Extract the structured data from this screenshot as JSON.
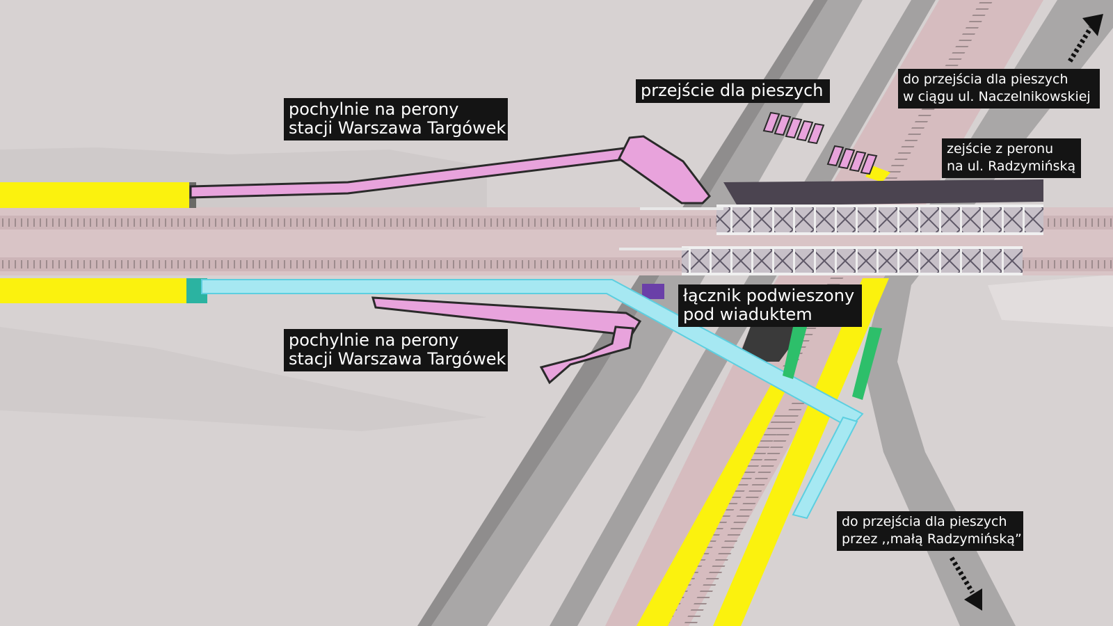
{
  "colors": {
    "ground": "#d7d2d2",
    "road": "#a9a7a7",
    "road_edge": "#8f8d8d",
    "rail_bed": "#d6bcbf",
    "platform": "#fbf20e",
    "ramp_pink": "#e8a3dc",
    "connector_cyan": "#a6e8f2",
    "label_bg": "#141414",
    "label_text": "#ffffff"
  },
  "icons": [
    "arrow-up-right-icon",
    "arrow-down-right-icon",
    "crosswalk-icon",
    "viaduct-icon"
  ],
  "labels": {
    "ramps_north": {
      "line1": "pochylnie na perony",
      "line2": "stacji Warszawa Targówek"
    },
    "ramps_south": {
      "line1": "pochylnie na perony",
      "line2": "stacji Warszawa Targówek"
    },
    "crosswalk": {
      "line1": "przejście dla pieszych"
    },
    "to_naczelnikowska": {
      "line1": "do przejścia dla pieszych",
      "line2": "w ciągu ul. Naczelnikowskiej"
    },
    "exit_radzyminska": {
      "line1": "zejście z peronu",
      "line2": "na ul. Radzymińską"
    },
    "connector": {
      "line1": "łącznik podwieszony",
      "line2": "pod wiaduktem"
    },
    "to_mala_radzyminska": {
      "line1": "do przejścia dla pieszych",
      "line2": "przez ,,małą Radzymińską”"
    }
  }
}
